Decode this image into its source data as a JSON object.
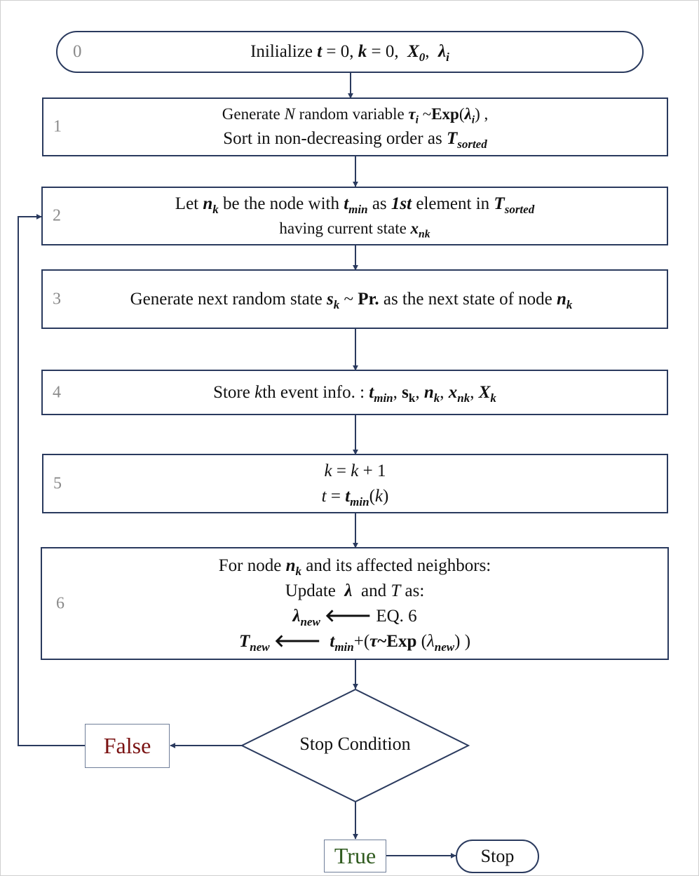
{
  "steps": [
    {
      "number": "0"
    },
    {
      "number": "1"
    },
    {
      "number": "2"
    },
    {
      "number": "3"
    },
    {
      "number": "4"
    },
    {
      "number": "5"
    },
    {
      "number": "6"
    }
  ],
  "text": {
    "s0": {
      "a": "Inilialize ",
      "t": "t",
      "b": " = 0, ",
      "k": "k",
      "c": " = 0,  ",
      "X": "X",
      "X0": "0",
      "d": ",  ",
      "lam": "λ",
      "lami": "i"
    },
    "s1": {
      "l1a": "Generate ",
      "N": "N",
      "l1b": " random variable ",
      "tau": "τ",
      "taui": "i",
      "l1c": " ~",
      "exp": "Exp",
      "l1d": "(",
      "lam": "λ",
      "lami": "i",
      "l1e": ") ,",
      "l2a": "Sort in non-decreasing order as ",
      "T": "T",
      "Tsub": "sorted"
    },
    "s2": {
      "l1a": "Let ",
      "n": "n",
      "nk": "k",
      "l1b": " be the node with ",
      "t": "t",
      "tmin": "min",
      "l1c": " as ",
      "first": "1st",
      "l1d": " element in ",
      "T": "T",
      "Tsub": "sorted",
      "l2a": "having current state ",
      "x": "x",
      "xsub": "nk"
    },
    "s3": {
      "a": "Generate next random state ",
      "s": "s",
      "sk": "k",
      "b": " ~ ",
      "pr": "Pr.",
      "c": " as the next state of node ",
      "n": "n",
      "nk": "k"
    },
    "s4": {
      "a": "Store ",
      "k": "k",
      "b": "th event info. : ",
      "t": "t",
      "tmin": "min",
      "c": ", ",
      "s": "s",
      "sk": "k",
      "d": ", ",
      "n": "n",
      "nk": "k",
      "e": ", ",
      "x": "x",
      "xsub": "nk",
      "f": ", ",
      "X": "X",
      "Xk": "k"
    },
    "s5": {
      "l1k": "k",
      "l1eq": " = ",
      "l1k2": "k",
      "l1rest": " + 1",
      "l2t": "t",
      "l2eq": " = ",
      "l2tm": "t",
      "l2min": "min",
      "l2p": "(",
      "l2k": "k",
      "l2c": ")"
    },
    "s6": {
      "l1a": "For node ",
      "n": "n",
      "nk": "k",
      "l1b": " and its affected neighbors:",
      "l2a": "Update  ",
      "lam": "λ",
      "l2b": "  and ",
      "T": "T",
      "l2c": " as:",
      "l3lam": "λ",
      "l3new": "new",
      "l3arrow": " 🡐 ",
      "l3b": "EQ. 6",
      "l4T": "T",
      "l4new": "new",
      "l4arrow": " 🡐  ",
      "l4t": "t",
      "l4min": "min",
      "l4a": "+(",
      "l4tau": "τ",
      "l4tilde": "~",
      "l4exp": "Exp",
      "l4b": " (",
      "l4lam": "λ",
      "l4lnew": "new",
      "l4c": ") )"
    }
  },
  "decision": {
    "label": "Stop Condition"
  },
  "false_label": "False",
  "true_label": "True",
  "stop_label": "Stop",
  "colors": {
    "line": "#2a3a5e",
    "false": "#7a1212",
    "true": "#2f5a1e",
    "step_number": "#8a8a8a"
  }
}
